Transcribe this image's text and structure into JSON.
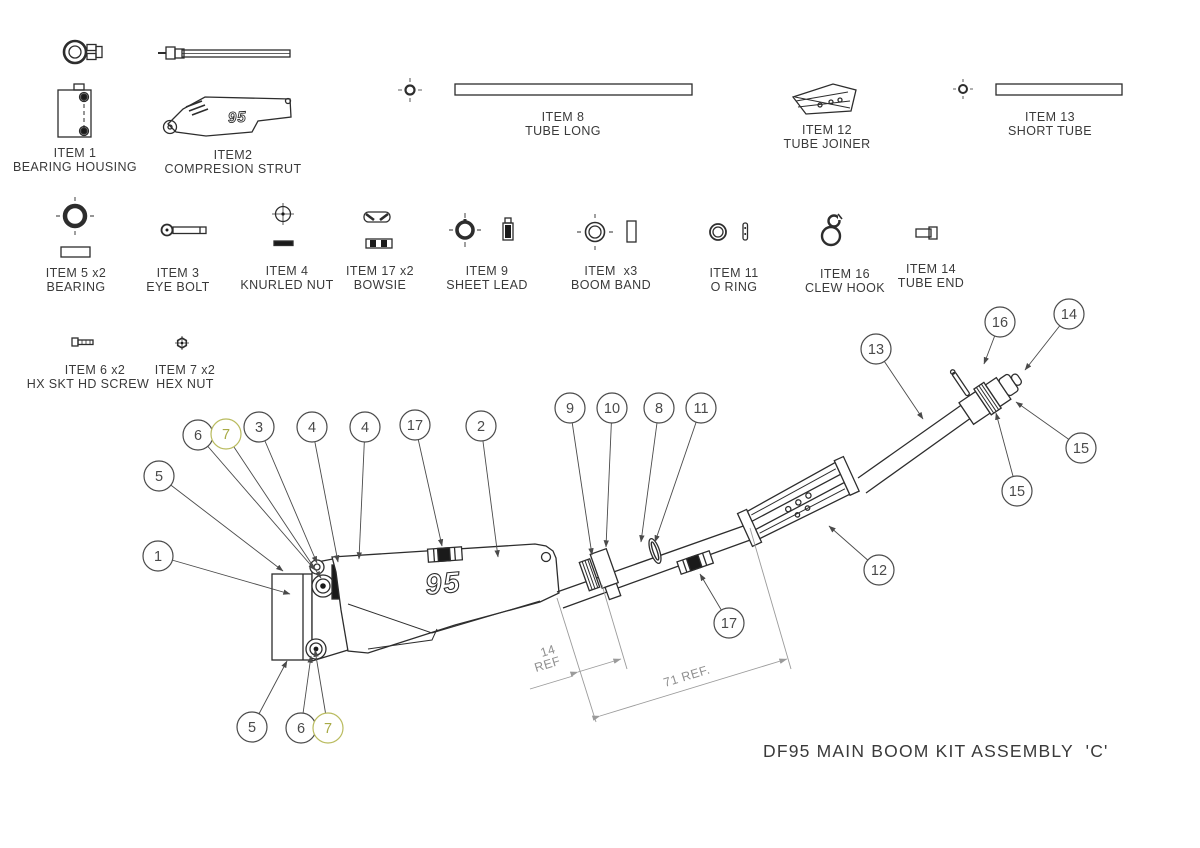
{
  "title": "DF95 MAIN BOOM KIT ASSEMBLY  'C'",
  "logo": "95",
  "colors": {
    "ink": "#2d2d2d",
    "callout": "#4a4a4a",
    "callout_olive": "#b9bb5e",
    "dimension": "#9b9b9b",
    "background": "#ffffff"
  },
  "parts": [
    {
      "n": "ITEM 1",
      "d": "BEARING HOUSING"
    },
    {
      "n": "ITEM2",
      "d": "COMPRESION STRUT"
    },
    {
      "n": "ITEM 8",
      "d": "TUBE LONG"
    },
    {
      "n": "ITEM 12",
      "d": "TUBE JOINER"
    },
    {
      "n": "ITEM 13",
      "d": "SHORT TUBE"
    },
    {
      "n": "ITEM 5 x2",
      "d": "BEARING"
    },
    {
      "n": "ITEM 3",
      "d": "EYE BOLT"
    },
    {
      "n": "ITEM 4",
      "d": "KNURLED NUT"
    },
    {
      "n": "ITEM 17 x2",
      "d": "BOWSIE"
    },
    {
      "n": "ITEM 9",
      "d": "SHEET LEAD"
    },
    {
      "n": "ITEM  x3",
      "d": "BOOM BAND"
    },
    {
      "n": "ITEM 11",
      "d": "O RING"
    },
    {
      "n": "ITEM 16",
      "d": "CLEW HOOK"
    },
    {
      "n": "ITEM 14",
      "d": "TUBE END"
    },
    {
      "n": "ITEM 6 x2",
      "d": "HX SKT HD SCREW"
    },
    {
      "n": "ITEM 7 x2",
      "d": "HEX NUT"
    }
  ],
  "callouts": [
    "1",
    "5",
    "6",
    "7",
    "3",
    "4",
    "4",
    "17",
    "2",
    "9",
    "10",
    "8",
    "11",
    "13",
    "16",
    "14",
    "15",
    "15",
    "12",
    "17",
    "5",
    "6",
    "7"
  ],
  "dims": {
    "a1": "14",
    "a2": "REF",
    "b": "71 REF."
  }
}
